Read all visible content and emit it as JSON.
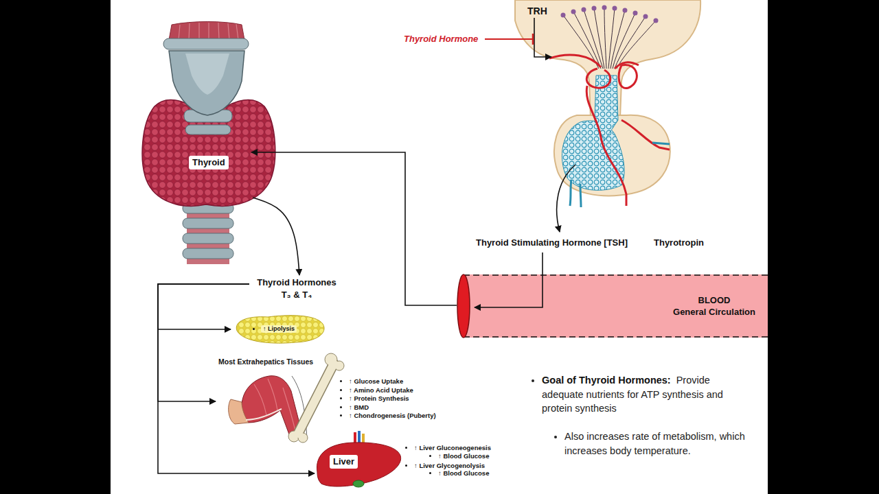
{
  "diagram": {
    "nodes": [
      {
        "text": [
          "Thyroid"
        ]
      },
      {
        "text": [
          "Thyroid Stimulating Hormone [TSH]",
          "Thyrotropin"
        ]
      },
      {
        "text": [
          "BLOOD",
          "General Circulation"
        ]
      },
      {
        "text": [
          "Thyroid Hormones",
          "T₃ & T₄"
        ]
      },
      {
        "text": [
          "↑ Lipolysis"
        ]
      },
      {
        "text": [
          "Most Extrahepatics Tissues",
          "↑ Glucose Uptake",
          "↑ Amino Acid Uptake",
          "↑ Protein Synthesis",
          "↑ BMD",
          "↑ Chondrogenesis (Puberty)"
        ]
      },
      {
        "text": [
          "Liver",
          "↑ Liver Gluconeogenesis",
          "↑ Blood Glucose",
          "↑ Liver Glycogenolysis",
          "↑ Blood Glucose"
        ]
      }
    ],
    "edges": [
      {
        "from": 0,
        "to": 3,
        "arrow": "to"
      },
      {
        "from": 3,
        "to": 4,
        "arrow": "to"
      },
      {
        "from": 3,
        "to": 5,
        "arrow": "to"
      },
      {
        "from": 3,
        "to": 6,
        "arrow": "to"
      },
      {
        "from": 1,
        "to": 2,
        "arrow": "to"
      },
      {
        "from": 2,
        "to": 0,
        "arrow": "to"
      }
    ],
    "labels": [
      "TRH",
      "Thyroid Hormone",
      "Goal of Thyroid Hormones:",
      "Provide adequate nutrients for ATP synthesis and protein synthesis",
      "Also increases rate of metabolism, which increases body temperature."
    ]
  }
}
